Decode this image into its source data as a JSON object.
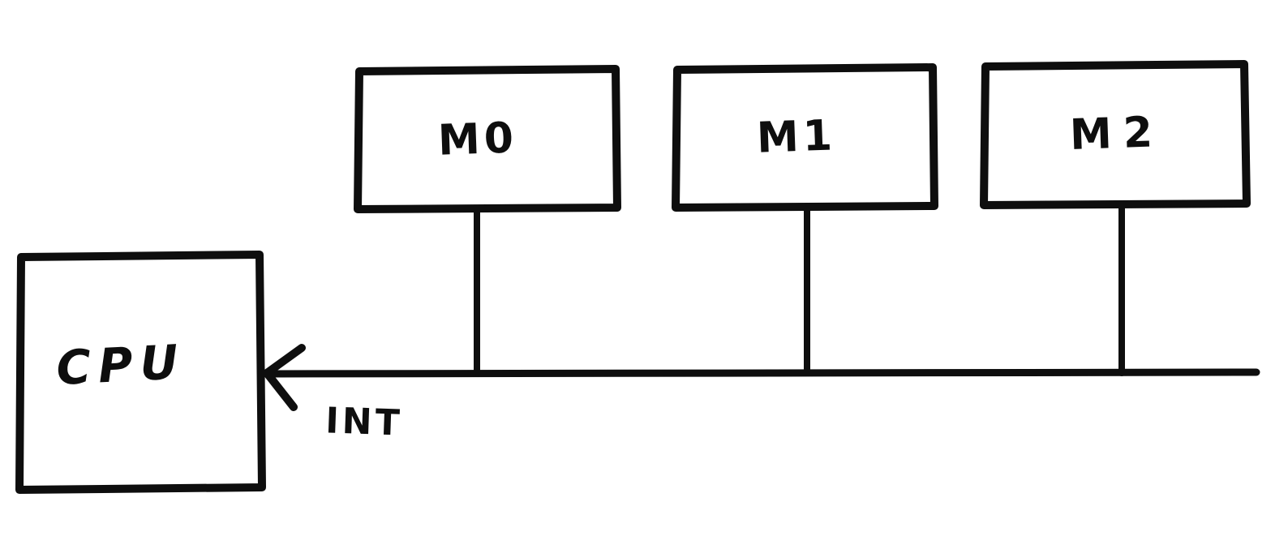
{
  "diagram": {
    "background_color": "#ffffff",
    "ink_color": "#0e0e0e",
    "cpu": {
      "label": "CPU"
    },
    "modules": [
      {
        "id": "m0",
        "label": "M0"
      },
      {
        "id": "m1",
        "label": "M1"
      },
      {
        "id": "m2",
        "label": "M2"
      }
    ],
    "bus": {
      "label": "INT",
      "arrowhead": "points-left-into-cpu"
    }
  }
}
